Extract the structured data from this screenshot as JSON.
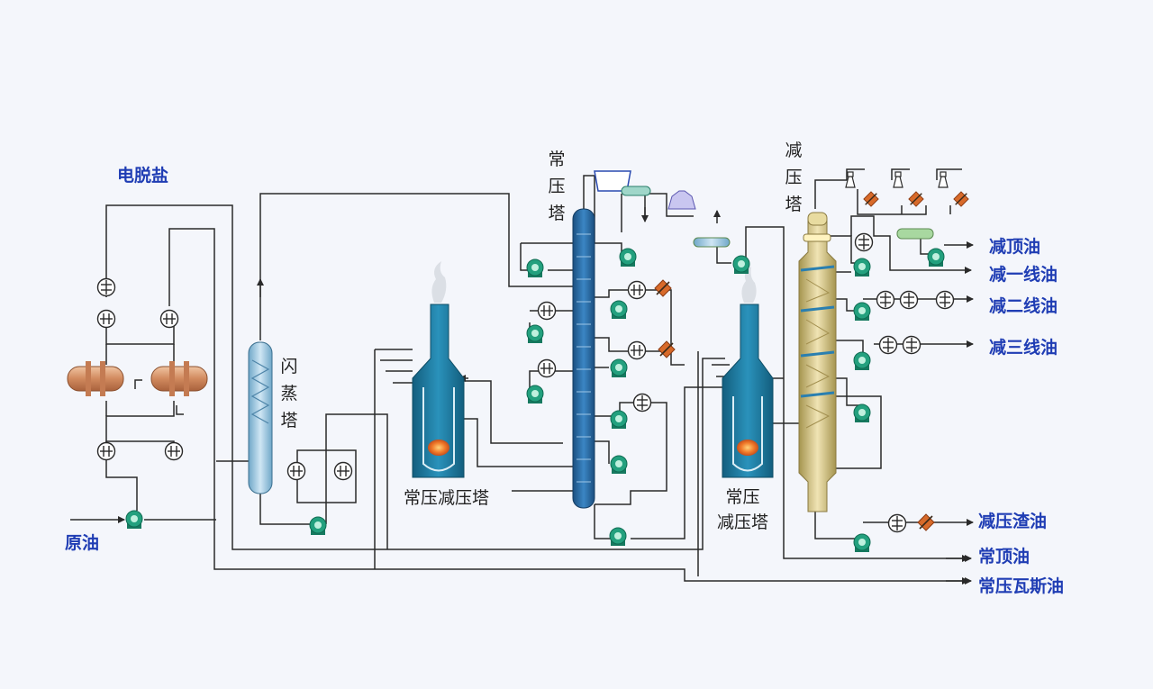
{
  "labels": {
    "desalter": "电脱盐",
    "crude_oil": "原油",
    "flash_tower": [
      "闪",
      "蒸",
      "塔"
    ],
    "atm_furnace": "常压减压塔",
    "atm_tower": [
      "常",
      "压",
      "塔"
    ],
    "vac_furnace": [
      "常压",
      "减压塔"
    ],
    "vac_tower": [
      "减",
      "压",
      "塔"
    ]
  },
  "products": {
    "vac_top_oil": "减顶油",
    "vac_line1": "减一线油",
    "vac_line2": "减二线油",
    "vac_line3": "减三线油",
    "vac_residue": "减压渣油",
    "atm_top_oil": "常顶油",
    "atm_gas_oil": "常压瓦斯油"
  },
  "colors": {
    "line": "#2a2a2a",
    "label_blue": "#1f3db4",
    "tower_blue": "#2a6fa8",
    "furnace_blue": "#1f7fa4",
    "pump_green": "#1f8f72",
    "vessel_copper": "#d79a73",
    "vac_tower_tan": "#d8c98e",
    "drum_green": "#a8d8a0",
    "hx_orange": "#d86a2a"
  }
}
